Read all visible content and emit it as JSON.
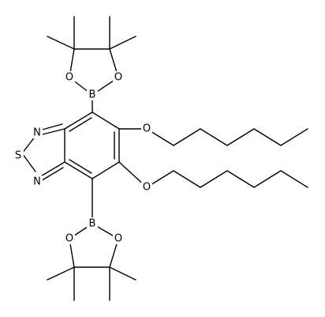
{
  "structure": {
    "atoms": {
      "n1": "N",
      "s": "S",
      "n2": "N",
      "o_top_left": "O",
      "o_top_right": "O",
      "b_top": "B",
      "o_hexyl_top": "O",
      "o_hexyl_bottom": "O",
      "b_bottom": "B",
      "o_bottom_left": "O",
      "o_bottom_right": "O"
    },
    "colors": {
      "bonds": "#000000",
      "labels": "#000000",
      "background": "#ffffff"
    }
  }
}
